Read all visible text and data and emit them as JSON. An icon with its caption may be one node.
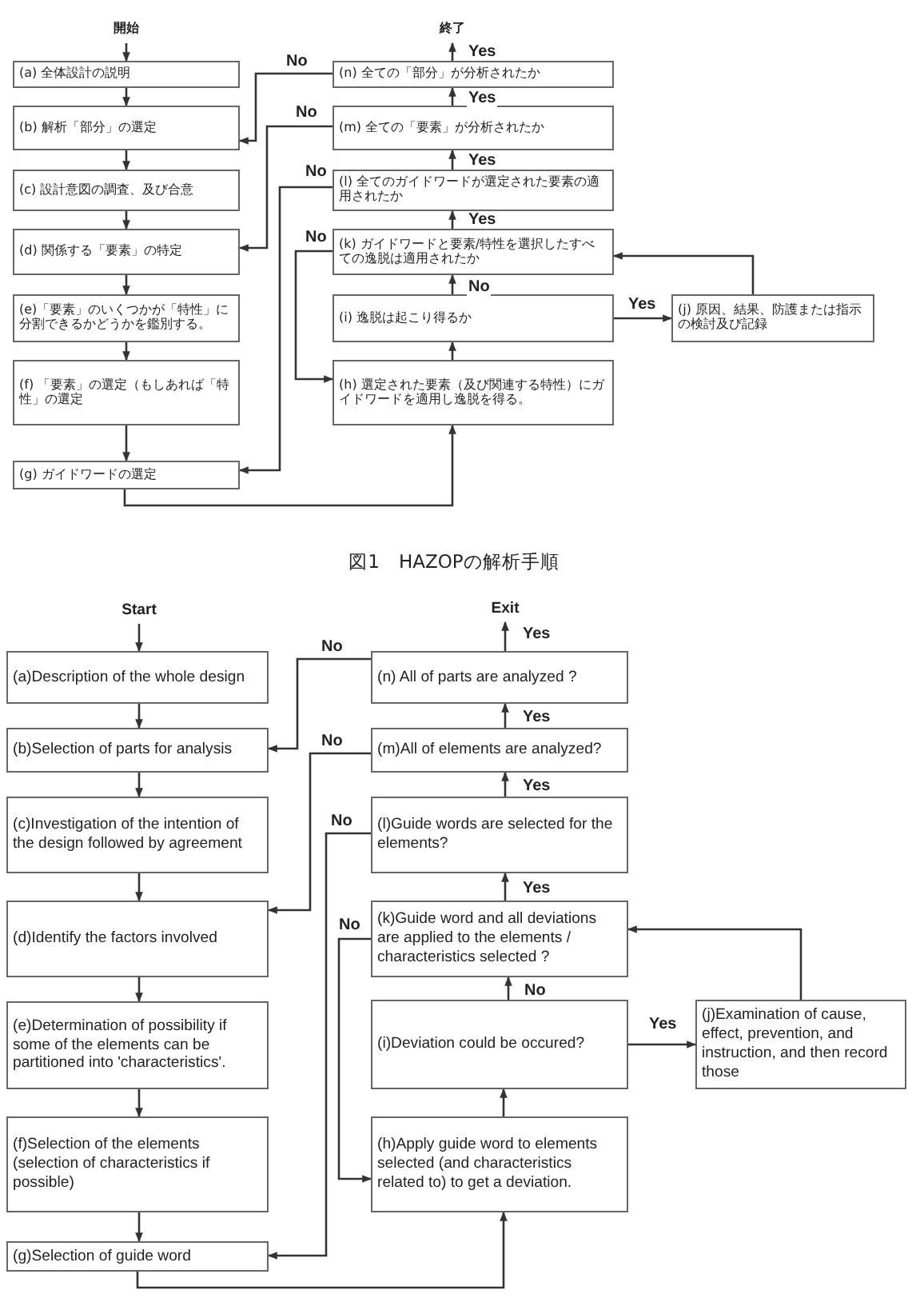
{
  "diagram": {
    "caption": "図1　HAZOPの解析手順",
    "nodes": [
      {
        "text": [
          "開始"
        ]
      },
      {
        "text": [
          "(a) 全体設計の説明"
        ]
      },
      {
        "text": [
          "(b) 解析「部分」の選定"
        ]
      },
      {
        "text": [
          "(c) 設計意図の調査、及び合意"
        ]
      },
      {
        "text": [
          "(d) 関係する「要素」の特定"
        ]
      },
      {
        "text": [
          "(e)「要素」のいくつかが「特性」に分割できるかどうかを鑑別する。"
        ]
      },
      {
        "text": [
          "(f) 「要素」の選定（もしあれば「特性」の選定"
        ]
      },
      {
        "text": [
          "(g) ガイドワードの選定"
        ]
      },
      {
        "text": [
          "終了"
        ]
      },
      {
        "text": [
          "(n) 全ての「部分」が分析されたか"
        ]
      },
      {
        "text": [
          "(m) 全ての「要素」が分析されたか"
        ]
      },
      {
        "text": [
          "(l) 全てのガイドワードが選定された要素の適用されたか"
        ]
      },
      {
        "text": [
          "(k) ガイドワードと要素/特性を選択したすべての逸脱は適用されたか"
        ]
      },
      {
        "text": [
          "(i) 逸脱は起こり得るか"
        ]
      },
      {
        "text": [
          "(j) 原因、結果、防護または指示の検討及び記録"
        ]
      },
      {
        "text": [
          "(h) 選定された要素（及び関連する特性）にガイドワードを適用し逸脱を得る。"
        ]
      },
      {
        "text": [
          "Start"
        ]
      },
      {
        "text": [
          "(a)Description of the whole design"
        ]
      },
      {
        "text": [
          "(b)Selection of parts for analysis"
        ]
      },
      {
        "text": [
          "(c)Investigation of the intention of the design followed by agreement"
        ]
      },
      {
        "text": [
          "(d)Identify the factors involved"
        ]
      },
      {
        "text": [
          "(e)Determination of possibility if some of the elements can be partitioned into 'characteristics'."
        ]
      },
      {
        "text": [
          "(f)Selection of the elements (selection of characteristics if possible)"
        ]
      },
      {
        "text": [
          "(g)Selection of guide word"
        ]
      },
      {
        "text": [
          "Exit"
        ]
      },
      {
        "text": [
          "(n) All of parts are analyzed ?"
        ]
      },
      {
        "text": [
          "(m)All of elements are analyzed?"
        ]
      },
      {
        "text": [
          "(l)Guide words are selected for the elements?"
        ]
      },
      {
        "text": [
          "(k)Guide word and all deviations are applied to the elements / characteristics selected ?"
        ]
      },
      {
        "text": [
          "(i)Deviation could be occured?"
        ]
      },
      {
        "text": [
          "(j)Examination of cause, effect, prevention, and instruction, and then record those"
        ]
      },
      {
        "text": [
          "(h)Apply guide word to elements selected (and characteristics related to) to get a deviation."
        ]
      }
    ],
    "edges": [
      {
        "from": 0,
        "to": 1,
        "arrow": "to"
      },
      {
        "from": 1,
        "to": 2,
        "arrow": "to"
      },
      {
        "from": 2,
        "to": 3,
        "arrow": "to"
      },
      {
        "from": 3,
        "to": 4,
        "arrow": "to"
      },
      {
        "from": 4,
        "to": 5,
        "arrow": "to"
      },
      {
        "from": 5,
        "to": 6,
        "arrow": "to"
      },
      {
        "from": 6,
        "to": 7,
        "arrow": "to"
      },
      {
        "from": 7,
        "to": 15,
        "arrow": "to"
      },
      {
        "from": 15,
        "to": 13,
        "arrow": "to"
      },
      {
        "from": 13,
        "to": 12,
        "arrow": "to",
        "label": "No"
      },
      {
        "from": 13,
        "to": 14,
        "arrow": "to",
        "label": "Yes"
      },
      {
        "from": 14,
        "to": 12,
        "arrow": "to"
      },
      {
        "from": 12,
        "to": 11,
        "arrow": "to",
        "label": "Yes"
      },
      {
        "from": 11,
        "to": 10,
        "arrow": "to",
        "label": "Yes"
      },
      {
        "from": 10,
        "to": 9,
        "arrow": "to",
        "label": "Yes"
      },
      {
        "from": 9,
        "to": 8,
        "arrow": "to",
        "label": "Yes"
      },
      {
        "from": 9,
        "to": 2,
        "arrow": "to",
        "label": "No"
      },
      {
        "from": 10,
        "to": 4,
        "arrow": "to",
        "label": "No"
      },
      {
        "from": 11,
        "to": 7,
        "arrow": "to",
        "label": "No"
      },
      {
        "from": 12,
        "to": 15,
        "arrow": "to",
        "label": "No"
      },
      {
        "from": 16,
        "to": 17,
        "arrow": "to"
      },
      {
        "from": 17,
        "to": 18,
        "arrow": "to"
      },
      {
        "from": 18,
        "to": 19,
        "arrow": "to"
      },
      {
        "from": 19,
        "to": 20,
        "arrow": "to"
      },
      {
        "from": 20,
        "to": 21,
        "arrow": "to"
      },
      {
        "from": 21,
        "to": 22,
        "arrow": "to"
      },
      {
        "from": 22,
        "to": 23,
        "arrow": "to"
      },
      {
        "from": 23,
        "to": 31,
        "arrow": "to"
      },
      {
        "from": 31,
        "to": 29,
        "arrow": "to"
      },
      {
        "from": 29,
        "to": 28,
        "arrow": "to",
        "label": "No"
      },
      {
        "from": 29,
        "to": 30,
        "arrow": "to",
        "label": "Yes"
      },
      {
        "from": 30,
        "to": 28,
        "arrow": "to"
      },
      {
        "from": 28,
        "to": 27,
        "arrow": "to",
        "label": "Yes"
      },
      {
        "from": 27,
        "to": 26,
        "arrow": "to",
        "label": "Yes"
      },
      {
        "from": 26,
        "to": 25,
        "arrow": "to",
        "label": "Yes"
      },
      {
        "from": 25,
        "to": 24,
        "arrow": "to",
        "label": "Yes"
      },
      {
        "from": 25,
        "to": 18,
        "arrow": "to",
        "label": "No"
      },
      {
        "from": 26,
        "to": 20,
        "arrow": "to",
        "label": "No"
      },
      {
        "from": 27,
        "to": 23,
        "arrow": "to",
        "label": "No"
      },
      {
        "from": 28,
        "to": 31,
        "arrow": "to",
        "label": "No"
      }
    ]
  }
}
